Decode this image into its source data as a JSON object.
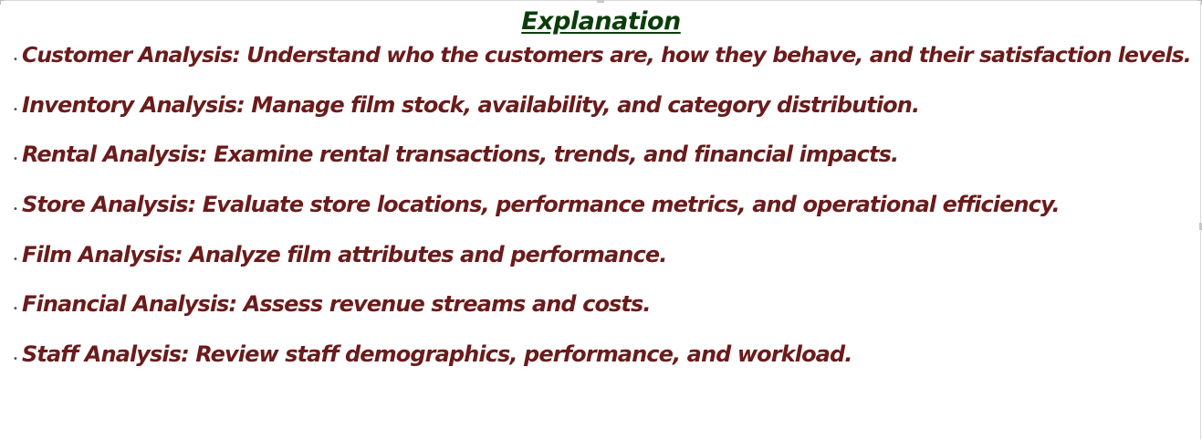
{
  "title": "Explanation",
  "items": [
    {
      "text": "Customer Analysis: Understand who the customers are, how they behave, and their satisfaction levels."
    },
    {
      "text": "Inventory Analysis: Manage film stock, availability, and category distribution."
    },
    {
      "text": "Rental Analysis: Examine rental transactions, trends, and financial impacts."
    },
    {
      "text": "Store Analysis: Evaluate store locations, performance metrics, and operational efficiency."
    },
    {
      "text": "Film Analysis: Analyze film attributes and performance."
    },
    {
      "text": "Financial Analysis: Assess revenue streams and costs."
    },
    {
      "text": "Staff Analysis: Review staff demographics, performance, and workload."
    }
  ],
  "colors": {
    "title": "#0b3d0b",
    "item_text": "#6b1b1b"
  }
}
